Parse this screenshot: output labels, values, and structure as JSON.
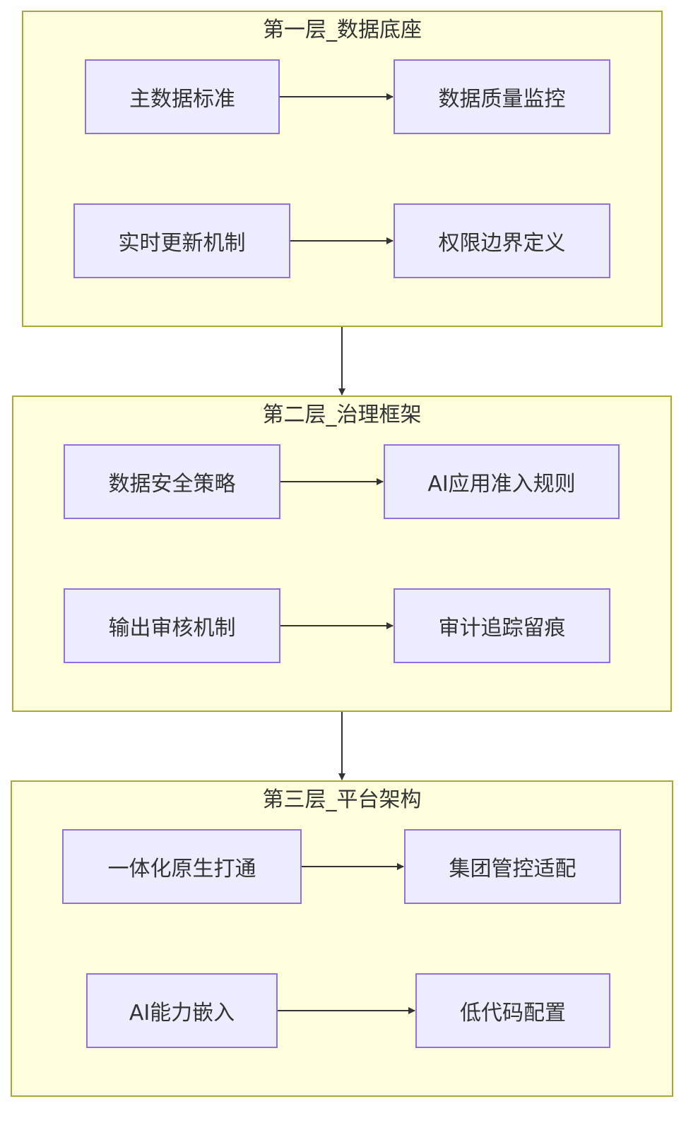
{
  "diagram": {
    "colors": {
      "cluster_fill": "#ffffde",
      "cluster_border": "#aaaa33",
      "node_fill": "#ececff",
      "node_border": "#9370db",
      "edge": "#333333",
      "text": "#333333"
    },
    "layers": [
      {
        "title": "第一层_数据底座",
        "nodes": [
          "主数据标准",
          "数据质量监控",
          "实时更新机制",
          "权限边界定义"
        ]
      },
      {
        "title": "第二层_治理框架",
        "nodes": [
          "数据安全策略",
          "AI应用准入规则",
          "输出审核机制",
          "审计追踪留痕"
        ]
      },
      {
        "title": "第三层_平台架构",
        "nodes": [
          "一体化原生打通",
          "集团管控适配",
          "AI能力嵌入",
          "低代码配置"
        ]
      }
    ],
    "edges": [
      {
        "from": "主数据标准",
        "to": "数据质量监控"
      },
      {
        "from": "实时更新机制",
        "to": "权限边界定义"
      },
      {
        "from": "数据安全策略",
        "to": "AI应用准入规则"
      },
      {
        "from": "输出审核机制",
        "to": "审计追踪留痕"
      },
      {
        "from": "一体化原生打通",
        "to": "集团管控适配"
      },
      {
        "from": "AI能力嵌入",
        "to": "低代码配置"
      },
      {
        "from": "第一层_数据底座",
        "to": "第二层_治理框架"
      },
      {
        "from": "第二层_治理框架",
        "to": "第三层_平台架构"
      }
    ]
  }
}
